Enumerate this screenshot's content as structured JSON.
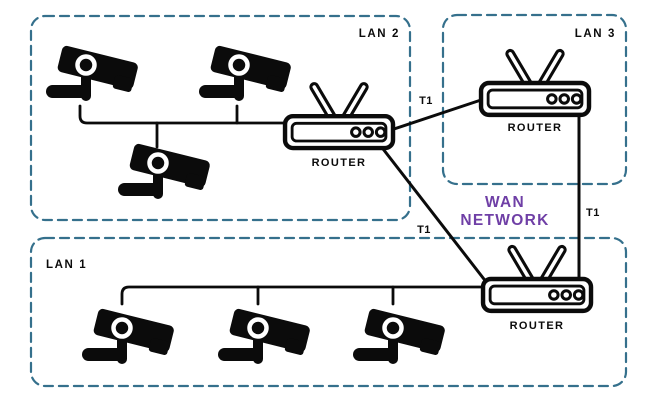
{
  "colors": {
    "background": "#ffffff",
    "line": "#0b0b0b",
    "lan_border": "#35708c",
    "wan_text": "#6f3fa6"
  },
  "wan": {
    "line1": "WAN",
    "line2": "NETWORK"
  },
  "lans": [
    {
      "label": "LAN 1",
      "camera_count": 3,
      "router": "ROUTER"
    },
    {
      "label": "LAN 2",
      "camera_count": 3,
      "router": "ROUTER"
    },
    {
      "label": "LAN 3",
      "camera_count": 0,
      "router": "ROUTER"
    }
  ],
  "links": [
    {
      "label": "T1",
      "from": "LAN 2 router",
      "to": "LAN 3 router"
    },
    {
      "label": "T1",
      "from": "LAN 2 router",
      "to": "LAN 1 router"
    },
    {
      "label": "T1",
      "from": "LAN 3 router",
      "to": "LAN 1 router"
    }
  ],
  "icons": {
    "camera": "cctv-camera",
    "router": "wifi-router"
  }
}
